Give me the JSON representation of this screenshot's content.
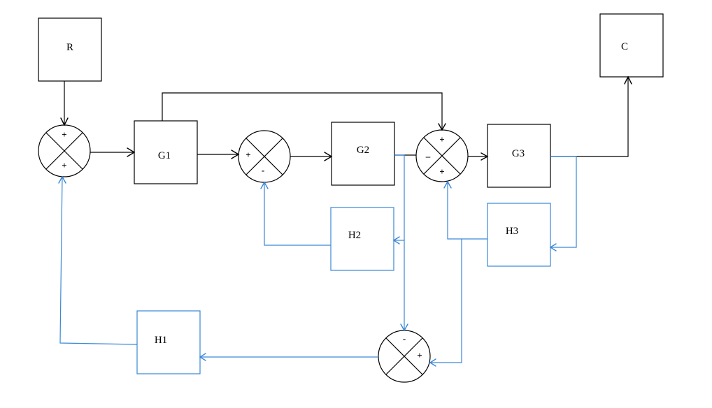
{
  "blocks": {
    "R": "R",
    "C": "C",
    "G1": "G1",
    "G2": "G2",
    "G3": "G3",
    "H1": "H1",
    "H2": "H2",
    "H3": "H3"
  },
  "summing_junctions": {
    "s1": {
      "top": "+",
      "bottom": "+"
    },
    "s2": {
      "left": "+",
      "bottom": "-"
    },
    "s3": {
      "top": "+",
      "left": "–",
      "bottom": "+"
    },
    "s4": {
      "top": "-",
      "right": "+"
    }
  },
  "colors": {
    "forward_path": "#000000",
    "feedback_path": "#3a87d6"
  }
}
